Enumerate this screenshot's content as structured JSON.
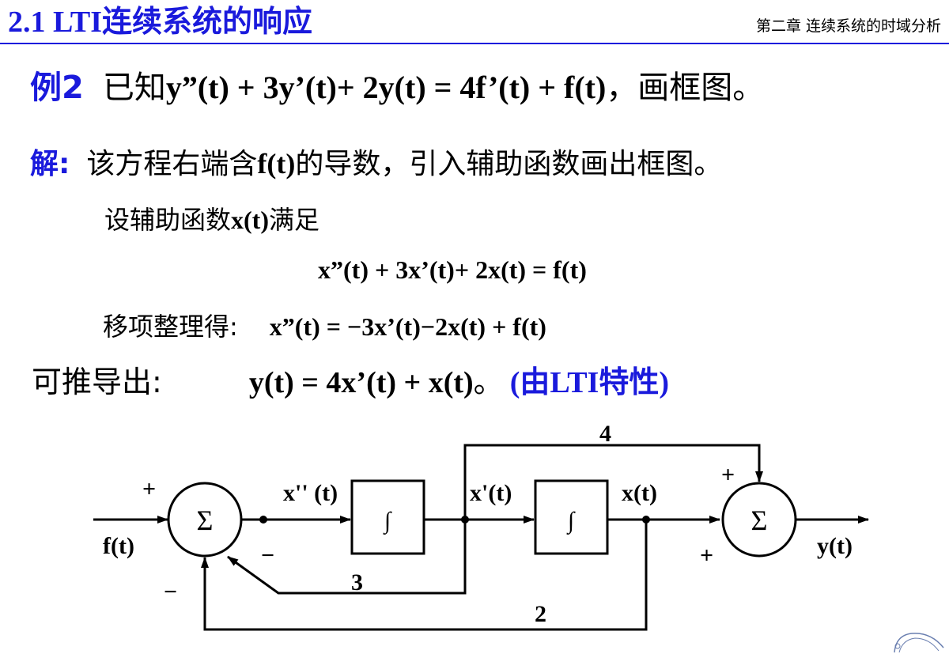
{
  "header": {
    "title": "2.1  LTI连续系统的响应",
    "chapter": "第二章 连续系统的时域分析"
  },
  "example": {
    "label": "例2",
    "prefix": "已知",
    "equation": "y”(t) + 3y’(t)+ 2y(t) = 4f’(t) + f(t)",
    "suffix": "，画框图。"
  },
  "solution": {
    "label": "解:",
    "text_before": "该方程右端含",
    "ft": "f(t)",
    "text_after": "的导数，引入辅助函数画出框图。"
  },
  "aux": {
    "prefix": "设辅助函数",
    "xt": "x(t)",
    "suffix": "满足"
  },
  "eq1": "x”(t) + 3x’(t)+ 2x(t) = f(t)",
  "rearrange": {
    "label": "移项整理得:",
    "equation": "x”(t) = −3x’(t)−2x(t) + f(t)"
  },
  "derive": {
    "label": "可推导出:",
    "equation": "y(t) = 4x’(t) + x(t)",
    "suffix": "。",
    "note": "(由LTI特性)"
  },
  "diagram": {
    "sum_symbol": "Σ",
    "integrator_symbol": "∫",
    "input_label": "f(t)",
    "output_label": "y(t)",
    "signal_x2": "x'' (t)",
    "signal_x1": "x'(t)",
    "signal_x0": "x(t)",
    "gain_top": "4",
    "gain_mid": "3",
    "gain_bottom": "2",
    "plus": "+",
    "minus": "−"
  }
}
